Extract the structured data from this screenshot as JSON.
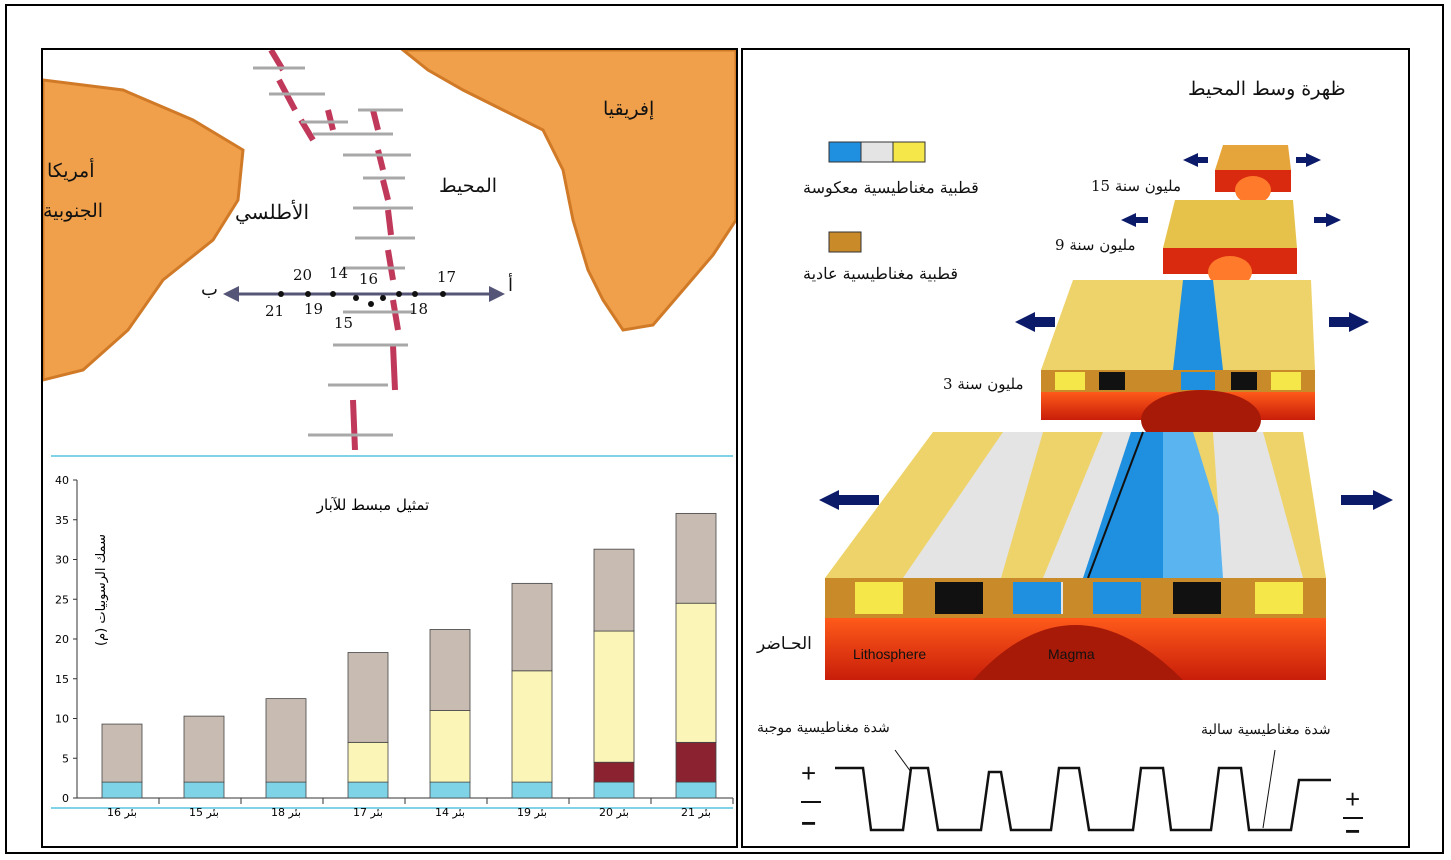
{
  "map": {
    "africa": "إفريقيا",
    "south_america_1": "أمريكا",
    "south_america_2": "الجنوبية",
    "ocean_1": "المحيط",
    "ocean_2": "الأطلسي",
    "point_a": "أ",
    "point_b": "ب",
    "well_numbers": [
      "20",
      "14",
      "16",
      "17",
      "21",
      "19",
      "15",
      "18"
    ]
  },
  "diagram": {
    "title": "ظهرة وسط المحيط",
    "legend_reversed": "قطبية مغناطيسية معكوسة",
    "legend_normal": "قطبية مغناطيسية عادية",
    "age_15": "15 مليون سنة",
    "age_9": "9 مليون سنة",
    "age_3": "3 مليون سنة",
    "present": "الحـاضر",
    "lithosphere": "Lithosphere",
    "magma": "Magma",
    "positive_label": "شدة مغناطيسية موجبة",
    "negative_label": "شدة مغناطيسية سالبة",
    "plus": "+",
    "minus": "−",
    "colors": {
      "blue": "#1f8fe0",
      "grey": "#e4e4e4",
      "yellow": "#f5e64a",
      "brown": "#c98a2a",
      "red": "#d92a10"
    }
  },
  "chart_data": {
    "type": "bar",
    "title": "تمثيل مبسط للآبار",
    "ylabel": "سمك الرسوبيات (م)",
    "ylim": [
      0,
      40
    ],
    "yticks": [
      0,
      5,
      10,
      15,
      20,
      25,
      30,
      35,
      40
    ],
    "categories": [
      "بئر 16",
      "بئر 15",
      "بئر 18",
      "بئر 17",
      "بئر 14",
      "بئر 19",
      "بئر 20",
      "بئر 21"
    ],
    "series": [
      {
        "color": "#7fd3e6",
        "values": [
          2,
          2,
          2,
          2,
          2,
          2,
          2,
          2
        ]
      },
      {
        "color": "#8b2230",
        "values": [
          0,
          0,
          0,
          0,
          0,
          0,
          2.5,
          5
        ]
      },
      {
        "color": "#fbf6b8",
        "values": [
          0,
          0,
          0,
          5,
          9,
          14,
          16.5,
          17.5
        ]
      },
      {
        "color": "#c7bbb2",
        "values": [
          7.3,
          8.3,
          10.5,
          11.3,
          10.2,
          11,
          10.3,
          11.3
        ]
      }
    ]
  }
}
